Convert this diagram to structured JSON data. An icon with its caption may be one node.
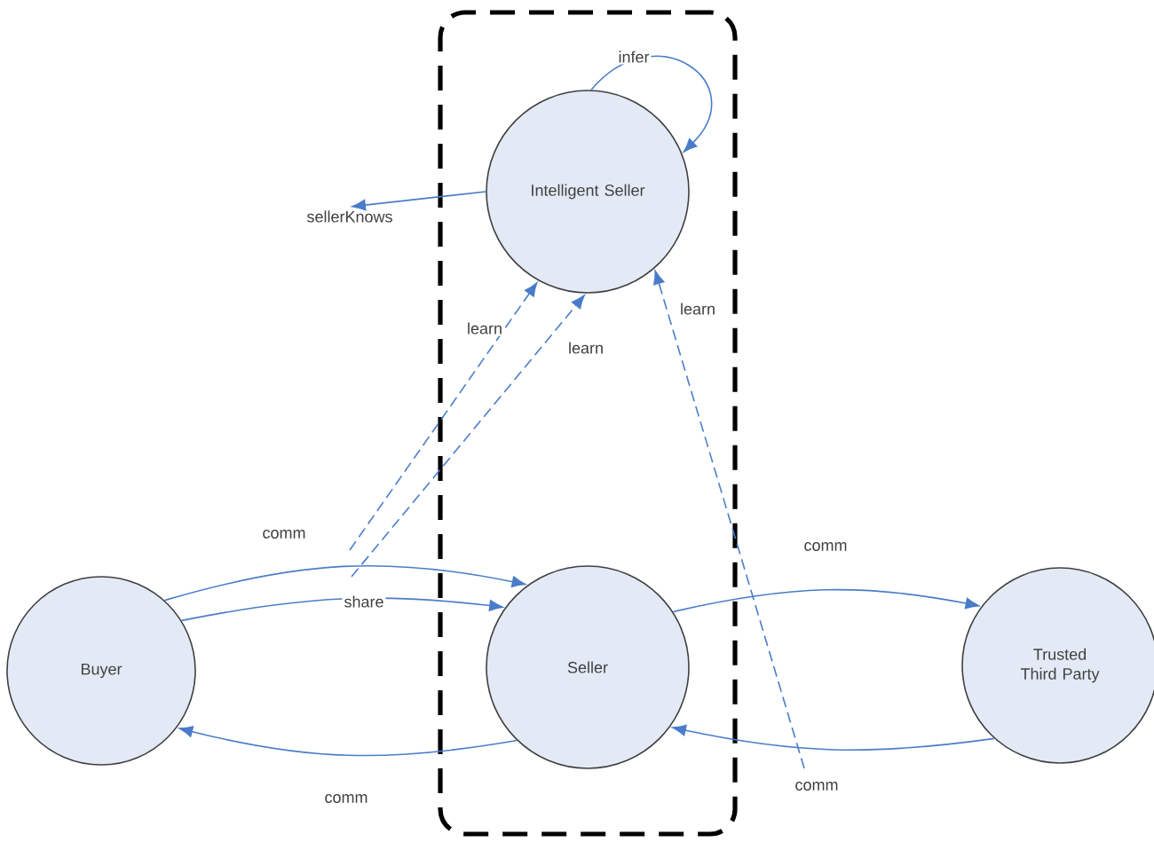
{
  "diagram": {
    "nodes": [
      {
        "text": [],
        "shape": "box"
      },
      {
        "text": [
          "Intelligent Seller"
        ],
        "in": 0
      },
      {
        "text": [
          "sellerKnows"
        ]
      },
      {
        "text": [
          "Buyer"
        ]
      },
      {
        "text": [
          "Seller"
        ],
        "in": 0
      },
      {
        "text": [
          "Trusted Third Party"
        ]
      }
    ],
    "edges": [
      {
        "from": 1,
        "to": 1,
        "arrow": "to",
        "label": "infer"
      },
      {
        "from": 1,
        "to": 2,
        "arrow": "to"
      },
      {
        "from": 3,
        "to": 4,
        "arrow": "to",
        "label": "comm"
      },
      {
        "from": 3,
        "to": 4,
        "arrow": "to",
        "label": "share"
      },
      {
        "from": 4,
        "to": 3,
        "arrow": "to",
        "label": "comm"
      },
      {
        "from": 4,
        "to": 5,
        "arrow": "to",
        "label": "comm"
      },
      {
        "from": 5,
        "to": 4,
        "arrow": "to",
        "label": "comm"
      },
      {
        "from": null,
        "to": 1,
        "arrow": "to",
        "label": "learn",
        "style": "dashed"
      },
      {
        "from": null,
        "to": 1,
        "arrow": "to",
        "label": "learn",
        "style": "dashed"
      },
      {
        "from": null,
        "to": 1,
        "arrow": "to",
        "label": "learn",
        "style": "dashed"
      }
    ]
  }
}
